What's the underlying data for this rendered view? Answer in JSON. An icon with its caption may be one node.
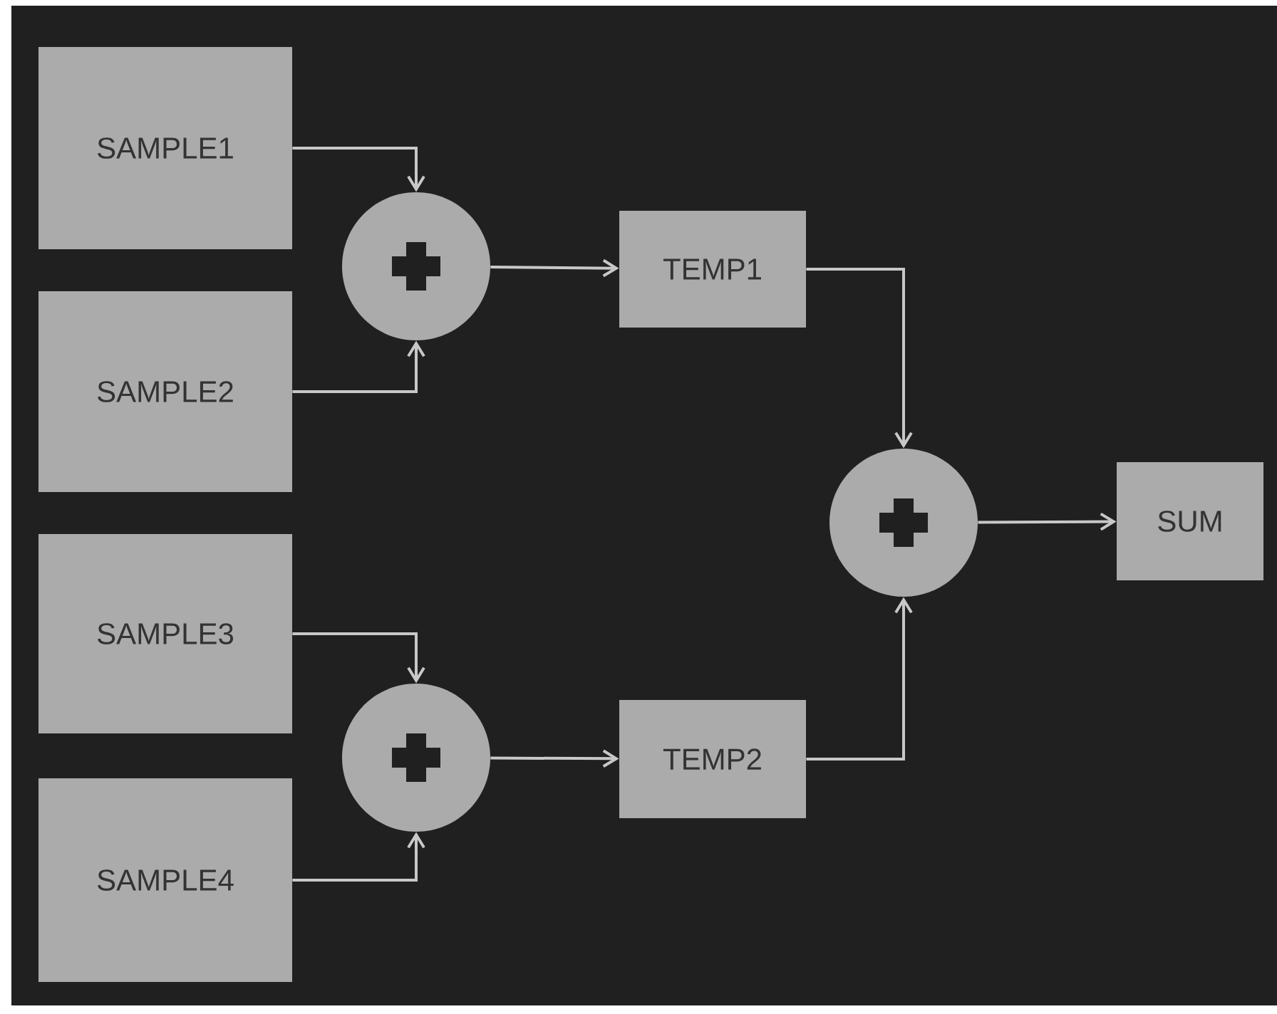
{
  "diagram": {
    "nodes": [
      {
        "text": [
          "SAMPLE1"
        ]
      },
      {
        "text": [
          "SAMPLE2"
        ]
      },
      {
        "text": [
          "SAMPLE3"
        ]
      },
      {
        "text": [
          "SAMPLE4"
        ]
      },
      {
        "text": [],
        "shape": "circle"
      },
      {
        "text": [],
        "shape": "circle"
      },
      {
        "text": [
          "TEMP1"
        ]
      },
      {
        "text": [
          "TEMP2"
        ]
      },
      {
        "text": [],
        "shape": "circle"
      },
      {
        "text": [
          "SUM"
        ]
      }
    ],
    "edges": [
      {
        "from": 0,
        "to": 4,
        "arrow": "to"
      },
      {
        "from": 1,
        "to": 4,
        "arrow": "to"
      },
      {
        "from": 2,
        "to": 5,
        "arrow": "to"
      },
      {
        "from": 3,
        "to": 5,
        "arrow": "to"
      },
      {
        "from": 4,
        "to": 6,
        "arrow": "to"
      },
      {
        "from": 5,
        "to": 7,
        "arrow": "to"
      },
      {
        "from": 6,
        "to": 8,
        "arrow": "to"
      },
      {
        "from": 7,
        "to": 8,
        "arrow": "to"
      },
      {
        "from": 8,
        "to": 9,
        "arrow": "to"
      }
    ]
  }
}
